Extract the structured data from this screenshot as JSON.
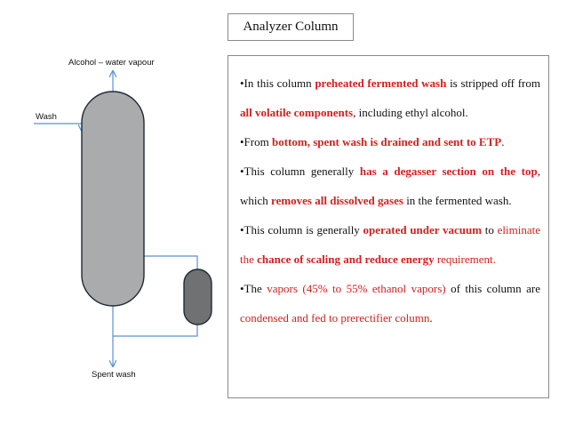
{
  "title": "Analyzer Column",
  "diagram": {
    "labels": {
      "vapour": "Alcohol – water vapour",
      "wash": "Wash",
      "spent": "Spent wash"
    },
    "colors": {
      "column_fill": "#a9abac",
      "drum_fill": "#6f7173",
      "arrow": "#5b8fd0",
      "outline": "#1f2a36"
    }
  },
  "paragraphs": [
    [
      {
        "t": "•In this column ",
        "s": "n"
      },
      {
        "t": "preheated fermented wash",
        "s": "b"
      },
      {
        "t": " is stripped off from ",
        "s": "n"
      },
      {
        "t": "all volatile components",
        "s": "b"
      },
      {
        "t": ", including ethyl alcohol.",
        "s": "n"
      }
    ],
    [
      {
        "t": "•From ",
        "s": "n"
      },
      {
        "t": "bottom, spent wash is drained and sent to ETP",
        "s": "b"
      },
      {
        "t": ".",
        "s": "n"
      }
    ],
    [
      {
        "t": "•This column generally ",
        "s": "n"
      },
      {
        "t": "has a degasser section on the top",
        "s": "b"
      },
      {
        "t": ", which ",
        "s": "n"
      },
      {
        "t": "removes all dissolved gases",
        "s": "b"
      },
      {
        "t": " in the fermented wash.",
        "s": "n"
      }
    ],
    [
      {
        "t": "•This column is generally ",
        "s": "n"
      },
      {
        "t": "operated under vacuum",
        "s": "b"
      },
      {
        "t": " to ",
        "s": "n"
      },
      {
        "t": "eliminate the ",
        "s": "r"
      },
      {
        "t": "chance of scaling and reduce energy",
        "s": "b"
      },
      {
        "t": " requirement.",
        "s": "r"
      }
    ],
    [
      {
        "t": "•The ",
        "s": "n"
      },
      {
        "t": "vapors (45% to 55% ethanol vapors)",
        "s": "r"
      },
      {
        "t": " of this column are ",
        "s": "n"
      },
      {
        "t": "condensed and fed to prerectifier column",
        "s": "r"
      },
      {
        "t": ".",
        "s": "n"
      }
    ]
  ]
}
